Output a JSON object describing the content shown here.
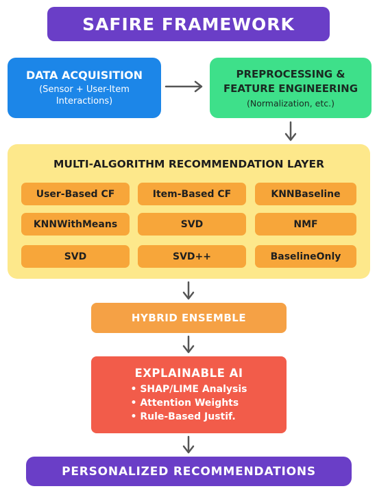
{
  "title": "SAFIRE FRAMEWORK",
  "data_acquisition": {
    "heading": "DATA ACQUISITION",
    "subtitle_line1": "(Sensor + User-Item",
    "subtitle_line2": "Interactions)"
  },
  "preprocessing": {
    "heading_line1": "PREPROCESSING &",
    "heading_line2": "FEATURE ENGINEERING",
    "subtitle": "(Normalization, etc.)"
  },
  "recommendation_layer": {
    "heading": "MULTI-ALGORITHM RECOMMENDATION LAYER",
    "algorithms": [
      "User-Based CF",
      "Item-Based CF",
      "KNNBaseline",
      "KNNWithMeans",
      "SVD",
      "NMF",
      "SVD",
      "SVD++",
      "BaselineOnly"
    ]
  },
  "hybrid": {
    "label": "HYBRID ENSEMBLE"
  },
  "explainable_ai": {
    "heading": "EXPLAINABLE AI",
    "items": [
      "SHAP/LIME Analysis",
      "Attention Weights",
      "Rule-Based Justif."
    ]
  },
  "output": {
    "label": "PERSONALIZED RECOMMENDATIONS"
  },
  "colors": {
    "title_bg": "#6a3ec7",
    "acquisition_bg": "#1c86e8",
    "preprocessing_bg": "#3ee08a",
    "layer_bg": "#fde88b",
    "algorithm_bg": "#f7a63a",
    "hybrid_bg": "#f5a145",
    "xai_bg": "#f25c4a",
    "arrow": "#555555"
  }
}
